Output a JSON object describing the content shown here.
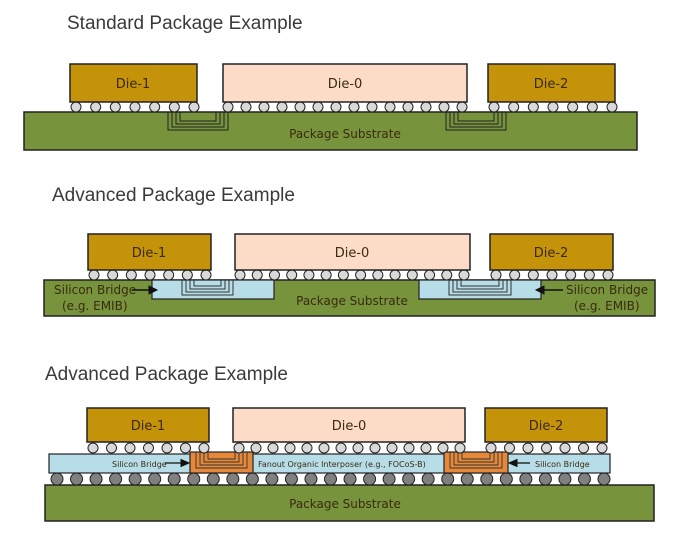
{
  "sections": [
    {
      "title": "Standard Package Example",
      "dies": [
        "Die-1",
        "Die-0",
        "Die-2"
      ],
      "substrate_label": "Package Substrate"
    },
    {
      "title": "Advanced Package Example",
      "dies": [
        "Die-1",
        "Die-0",
        "Die-2"
      ],
      "substrate_label": "Package Substrate",
      "bridge_label_line1": "Silicon Bridge",
      "bridge_label_line2": "(e.g. EMIB)"
    },
    {
      "title": "Advanced Package Example",
      "dies": [
        "Die-1",
        "Die-0",
        "Die-2"
      ],
      "substrate_label": "Package Substrate",
      "bridge_label": "Silicon Bridge",
      "interposer_label": "Fanout Organic Interposer (e.g., FOCoS-B)"
    }
  ],
  "colors": {
    "die_gold": "#c4930a",
    "die_peach": "#fcdcc6",
    "substrate": "#77933c",
    "bridge": "#b7dde8",
    "copper": "#e5883a",
    "bump_light": "#d9d9d9",
    "bump_dark": "#808080"
  }
}
